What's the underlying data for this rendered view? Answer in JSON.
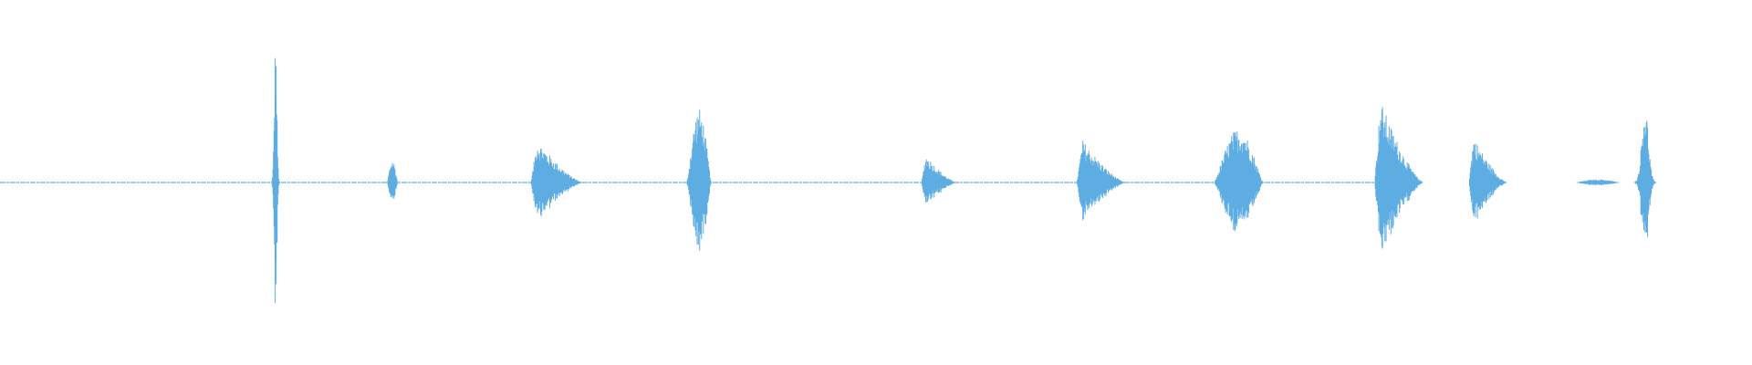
{
  "waveform": {
    "color": "#5DADE2",
    "background": "#ffffff",
    "duration_fraction_drawn": 0.8,
    "bursts": [
      {
        "center": 0.1573,
        "width": 0.006,
        "amplitude": 0.88,
        "shape": "spike"
      },
      {
        "center": 0.224,
        "width": 0.006,
        "amplitude": 0.14,
        "shape": "spindle"
      },
      {
        "center": 0.312,
        "width": 0.03,
        "amplitude": 0.26,
        "shape": "decay"
      },
      {
        "center": 0.399,
        "width": 0.014,
        "amplitude": 0.45,
        "shape": "spindle"
      },
      {
        "center": 0.532,
        "width": 0.02,
        "amplitude": 0.17,
        "shape": "decay"
      },
      {
        "center": 0.623,
        "width": 0.028,
        "amplitude": 0.26,
        "shape": "decay"
      },
      {
        "center": 0.707,
        "width": 0.028,
        "amplitude": 0.33,
        "shape": "spindle"
      },
      {
        "center": 0.793,
        "width": 0.028,
        "amplitude": 0.5,
        "shape": "decay"
      },
      {
        "center": 0.845,
        "width": 0.022,
        "amplitude": 0.28,
        "shape": "decay"
      },
      {
        "center": 0.912,
        "width": 0.026,
        "amplitude": 0.02,
        "shape": "spindle"
      },
      {
        "center": 0.939,
        "width": 0.016,
        "amplitude": 0.47,
        "shape": "spike"
      }
    ]
  }
}
